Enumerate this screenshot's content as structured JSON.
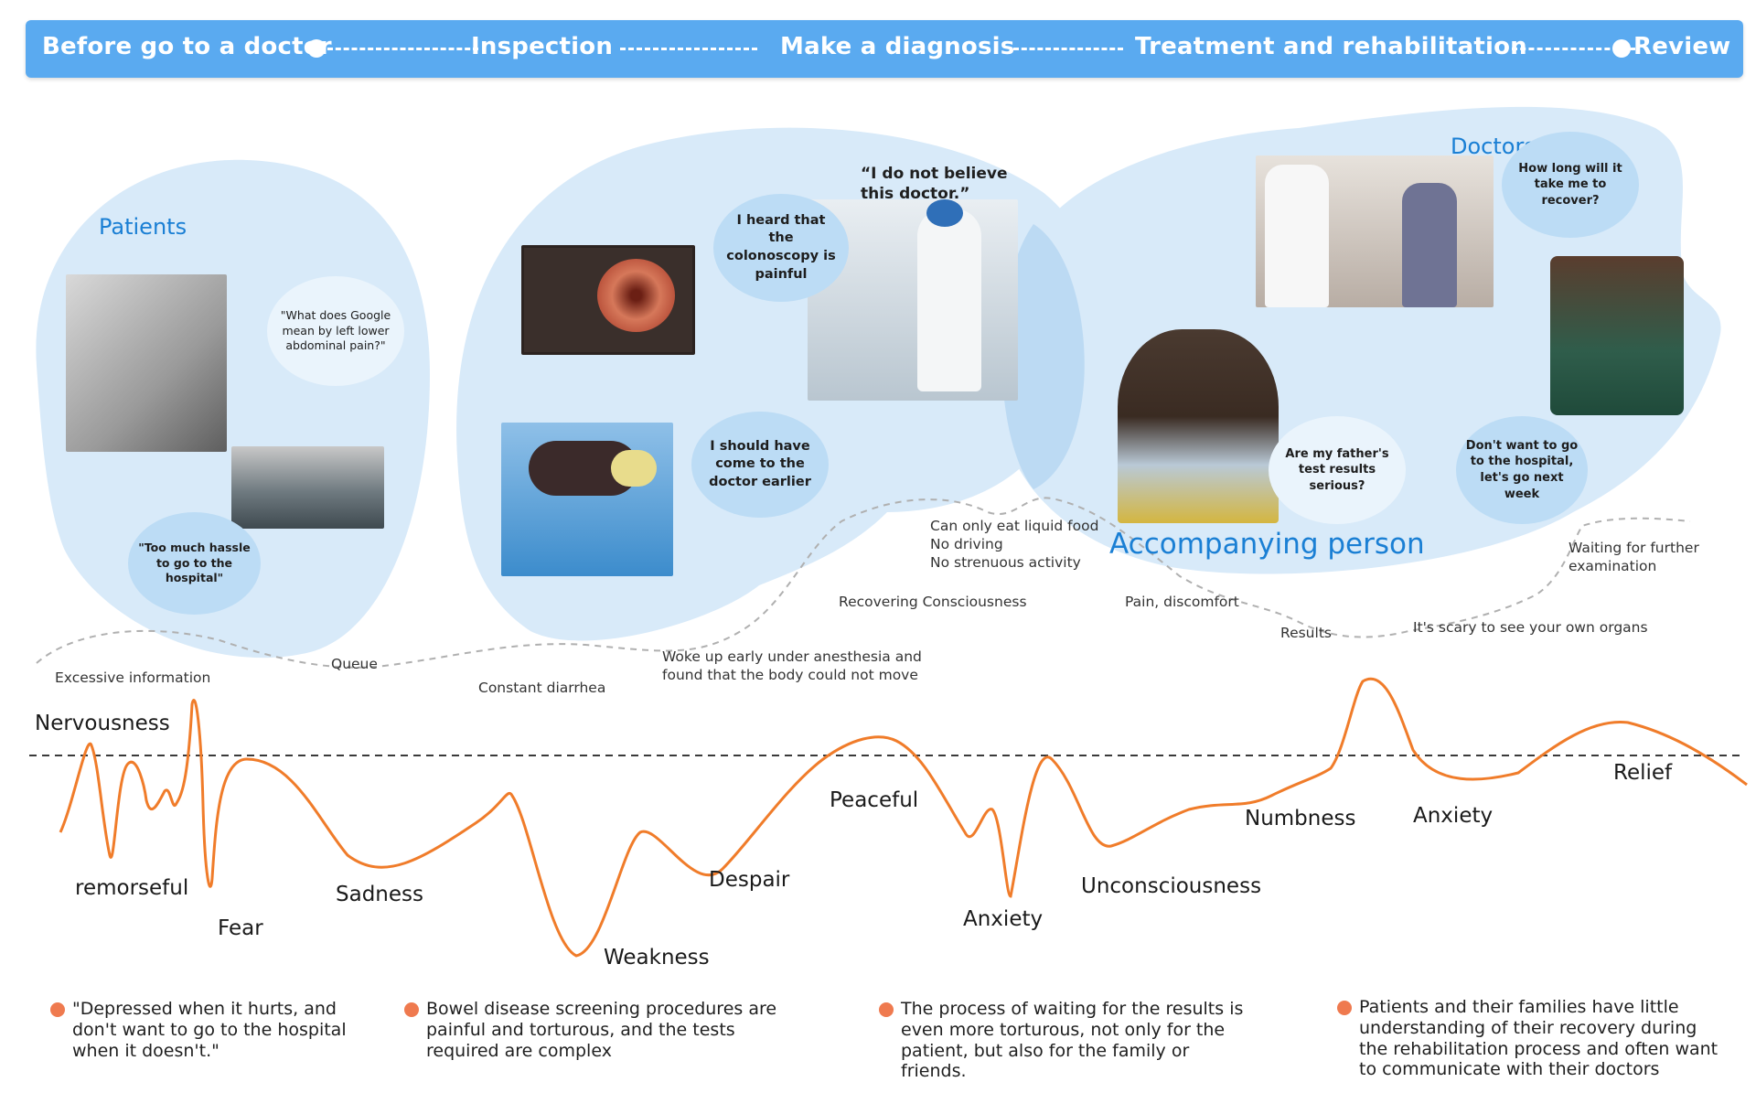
{
  "stages": [
    "Before go to a doctor",
    "Inspection",
    "Make a diagnosis",
    "Treatment and rehabilitation",
    "Review"
  ],
  "groups": {
    "patients": "Patients",
    "doctors": "Doctors",
    "accompanying": "Accompanying person"
  },
  "bubbles": {
    "google": "\"What does Google mean by left lower abdominal pain?\"",
    "hassle": "\"Too much hassle to go to the hospital\"",
    "colonoscopy": "I heard that the colonoscopy is painful",
    "earlier": "I should have come to the doctor earlier",
    "believe": "“I do not believe this doctor.”",
    "recover": "How long will it take me to recover?",
    "father": "Are my father's test results serious?",
    "next_week": "Don't want to go to the hospital, let's go next week"
  },
  "touchpoints": {
    "excessive": "Excessive information",
    "queue": "Queue",
    "diarrhea": "Constant diarrhea",
    "woke_1": "Woke up early under anesthesia and",
    "woke_2": "found that the body could not move",
    "recovering": "Recovering Consciousness",
    "liquid": "Can only eat liquid food",
    "driving": "No driving",
    "strenuous": "No strenuous activity",
    "pain": "Pain, discomfort",
    "results": "Results",
    "scary": "It's scary to see your own organs",
    "waiting_1": "Waiting for further",
    "waiting_2": "examination"
  },
  "emotions": {
    "nervousness": "Nervousness",
    "remorseful": "remorseful",
    "fear": "Fear",
    "sadness": "Sadness",
    "weakness": "Weakness",
    "despair": "Despair",
    "peaceful": "Peaceful",
    "anxiety1": "Anxiety",
    "unconsciousness": "Unconsciousness",
    "numbness": "Numbness",
    "anxiety2": "Anxiety",
    "relief": "Relief"
  },
  "insights": [
    "\"Depressed when it hurts, and don't want to go to the hospital when it doesn't.\"",
    "Bowel disease screening procedures are painful and torturous, and the tests required are complex",
    "The process of waiting for the results is even more torturous, not only for the patient, but also for the family or friends.",
    "Patients and their families have little understanding of their recovery during the rehabilitation process and often want to communicate with their doctors"
  ],
  "colors": {
    "bar": "#5aaaf0",
    "blob": "#d8eaf9",
    "bubble": "#bcdcf5",
    "curve": "#f07c2a",
    "insight_dot": "#ef7a4f",
    "group_label": "#1a7fd4"
  }
}
